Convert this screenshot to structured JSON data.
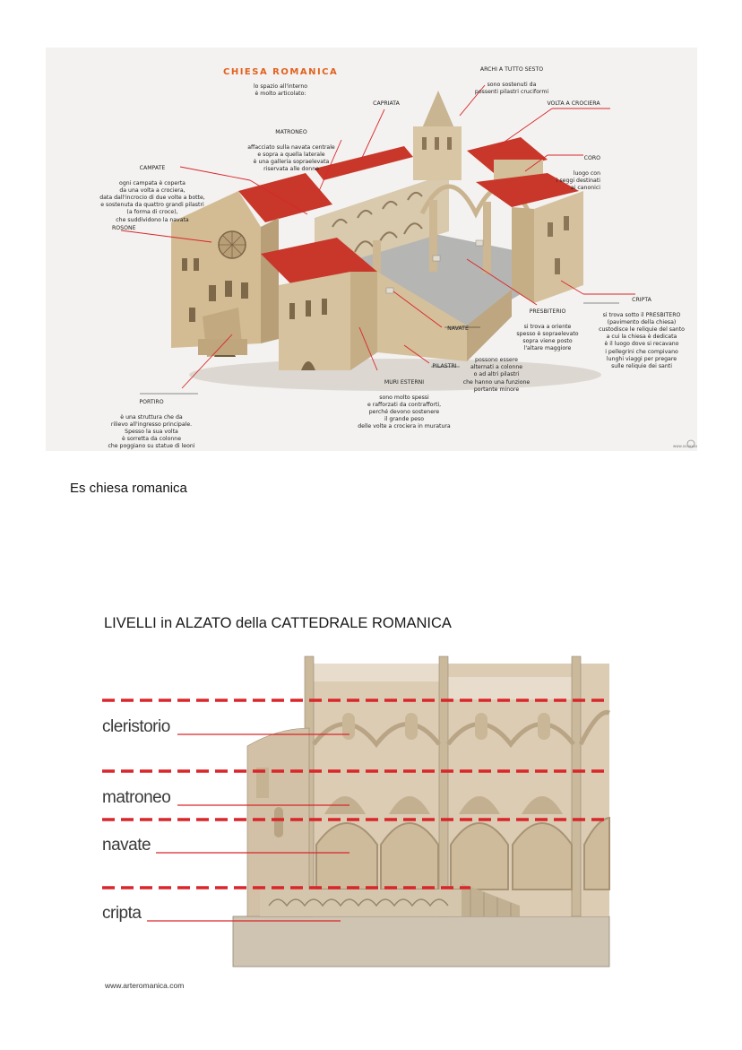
{
  "figure1": {
    "title": "CHIESA   ROMANICA",
    "intro": "lo spazio  all'interno\nè molto  articolato:",
    "labels": [
      {
        "id": "archi",
        "heading": "ARCHI A TUTTO SESTO",
        "text": "sono  sostenuti  da\npossenti  pilastri  cruciformi"
      },
      {
        "id": "capriata",
        "heading": "CAPRIATA",
        "text": ""
      },
      {
        "id": "volta",
        "heading": "VOLTA A CROCIERA",
        "text": ""
      },
      {
        "id": "matroneo",
        "heading": "MATRONEO",
        "text": "affacciato  sulla  navata  centrale\ne sopra  a  quella  laterale\nè  una  galleria  sopraelevata\nriservata  alle  donne"
      },
      {
        "id": "campate",
        "heading": "CAMPATE",
        "text": "ogni  campata  è  coperta\nda  una  volta  a  crociera,\ndata  dall'incrocio  di  due  volte  a  botte,\ne  sostenuta  da  quattro  grandi  pilastri\n(a  forma  di  croce),\nche  suddividono  la  navata"
      },
      {
        "id": "coro",
        "heading": "CORO",
        "text": "luogo  con\ni  seggi  destinati\nai  canonici"
      },
      {
        "id": "rosone",
        "heading": "ROSONE",
        "text": ""
      },
      {
        "id": "cripta",
        "heading": "CRIPTA",
        "text": "si  trova  sotto  il  PRESBITERO\n(pavimento  della  chiesa)\ncustodisce  le  reliquie  del  santo\na  cui  la  chiesa  è  dedicata\nè  il  luogo  dove  si  recavano\ni  pellegrini  che  compivano\nlunghi  viaggi  per  pregare\nsulle  reliquie  dei  santi"
      },
      {
        "id": "presbiterio",
        "heading": "PRESBITERIO",
        "text": "si  trova  a  oriente\nspesso  è  sopraelevato\nsopra  viene  posto\nl'altare  maggiore"
      },
      {
        "id": "navate",
        "heading": "NAVATE",
        "text": ""
      },
      {
        "id": "pilastri",
        "heading": "PILASTRI",
        "text": ""
      },
      {
        "id": "pilastri_desc",
        "heading": "",
        "text": "possono  essere\nalternati  a  colonne\no  ad  altri  pilastri\nche  hanno  una  funzione\nportante  minore"
      },
      {
        "id": "muri",
        "heading": "MURI  ESTERNI",
        "text": "sono  molto  spessi\ne  rafforzati  da  contrafforti,\nperché  devono  sostenere\nil  grande  peso\ndelle  volte  a  crociera  in  muratura"
      },
      {
        "id": "portiro",
        "heading": "PORTIRO",
        "text": "è  una  struttura  che  da\nrilievo  all'ingresso  principale.\nSpesso  la  sua  volta\nè  sorretta  da  colonne\nche  poggiano  su  statue  di  leoni"
      }
    ]
  },
  "caption": "Es chiesa romanica",
  "figure2": {
    "title": "LIVELLI in ALZATO della CATTEDRALE ROMANICA",
    "levels": [
      "cleristorio",
      "matroneo",
      "navate",
      "cripta"
    ],
    "credit": "www.arteromanica.com"
  },
  "colors": {
    "accent_red": "#d9262a",
    "title_orange": "#e2621f",
    "roof": "#c8372a",
    "stone": "#d8c4a3"
  }
}
